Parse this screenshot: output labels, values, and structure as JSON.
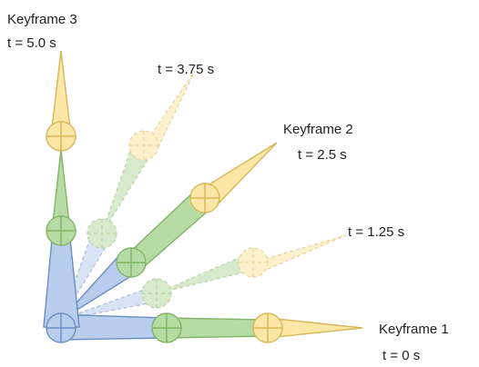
{
  "labels": {
    "keyframe3_title": "Keyframe 3",
    "keyframe3_time": "t = 5.0 s",
    "keyframe2_title": "Keyframe 2",
    "keyframe2_time": "t = 2.5 s",
    "keyframe1_title": "Keyframe 1",
    "keyframe1_time": "t = 0 s",
    "interp_375": "t = 3.75 s",
    "interp_125": "t = 1.25 s"
  },
  "colors": {
    "blue_fill": "#b9cdee",
    "blue_stroke": "#6c8ebf",
    "green_fill": "#b7dba4",
    "green_stroke": "#82b366",
    "yellow_fill": "#fce7a6",
    "yellow_stroke": "#d6b656"
  }
}
